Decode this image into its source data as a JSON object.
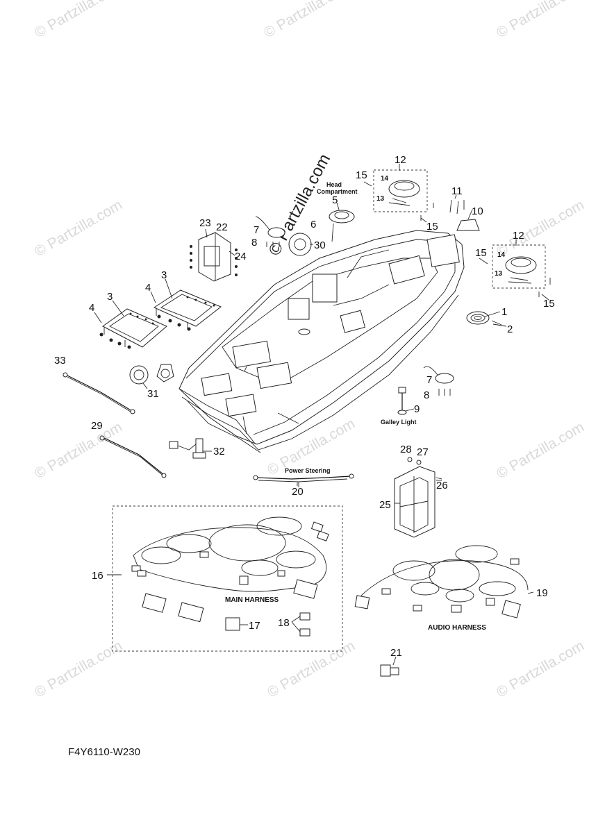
{
  "watermark": {
    "text": "© Partzilla.com",
    "center_text": "© Partzilla.com"
  },
  "diagram_code": "F4Y6110-W230",
  "labels": {
    "head_compartment_1": "Head",
    "head_compartment_2": "Compartment",
    "galley_light": "Galley Light",
    "power_steering": "Power Steering",
    "main_harness": "MAIN HARNESS",
    "audio_harness": "AUDIO HARNESS"
  },
  "callouts": {
    "c1": "1",
    "c2": "2",
    "c3a": "3",
    "c3b": "3",
    "c4a": "4",
    "c4b": "4",
    "c5": "5",
    "c6": "6",
    "c7a": "7",
    "c7b": "7",
    "c8a": "8",
    "c8b": "8",
    "c9": "9",
    "c10": "10",
    "c11": "11",
    "c12a": "12",
    "c12b": "12",
    "c13a": "13",
    "c13b": "13",
    "c14a": "14",
    "c14b": "14",
    "c15a": "15",
    "c15b": "15",
    "c15c": "15",
    "c15d": "15",
    "c16": "16",
    "c17": "17",
    "c18": "18",
    "c19": "19",
    "c20": "20",
    "c21": "21",
    "c22": "22",
    "c23": "23",
    "c24": "24",
    "c25": "25",
    "c26": "26",
    "c27": "27",
    "c28": "28",
    "c29": "29",
    "c30": "30",
    "c31": "31",
    "c32": "32",
    "c33": "33"
  }
}
